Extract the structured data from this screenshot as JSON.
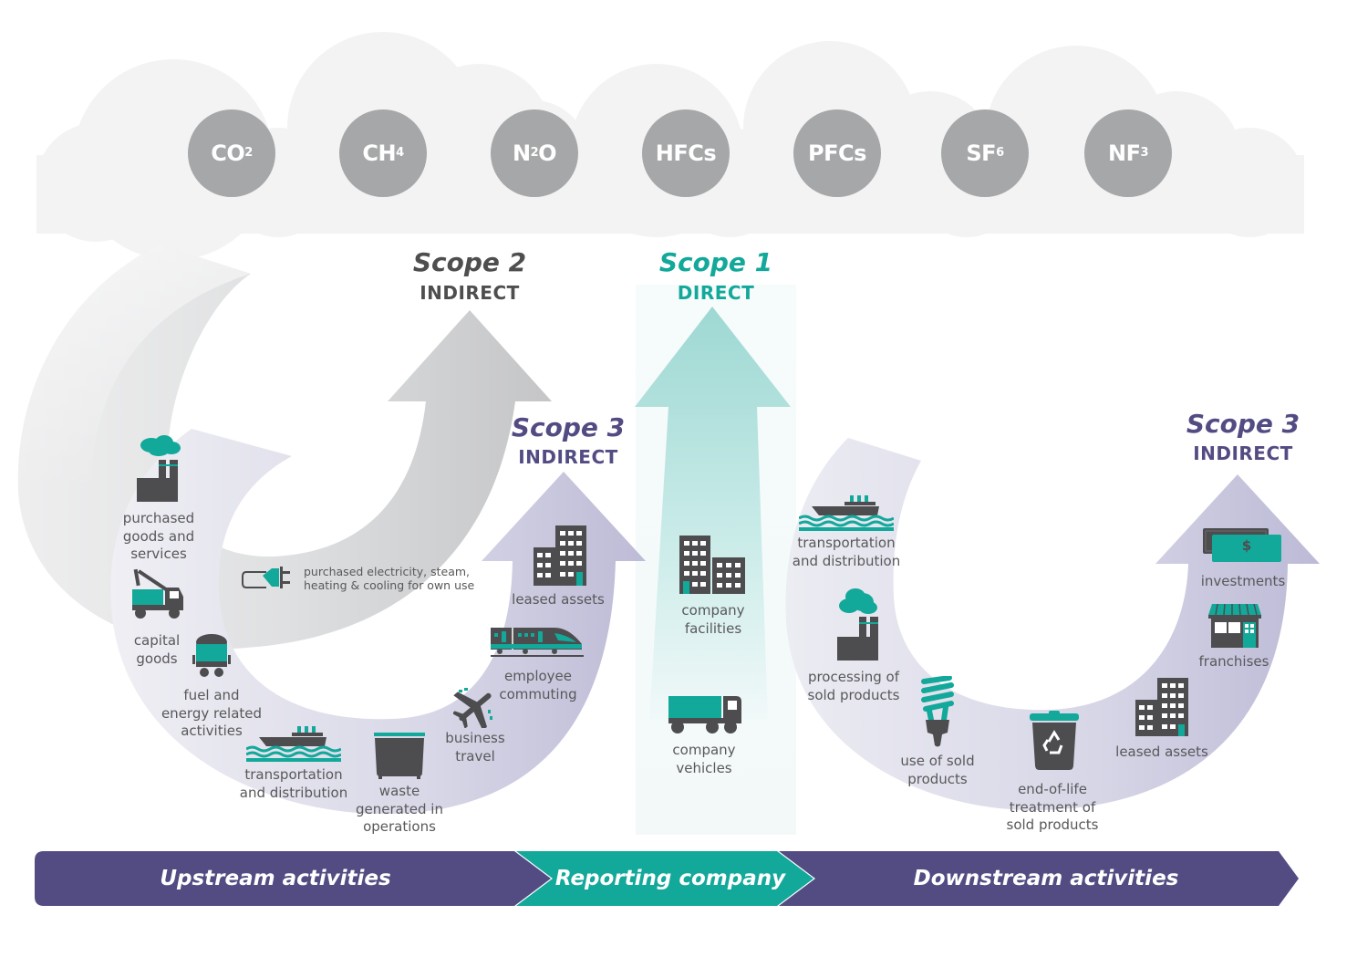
{
  "gases": [
    {
      "base": "CO",
      "sub": "2",
      "after": ""
    },
    {
      "base": "CH",
      "sub": "4",
      "after": ""
    },
    {
      "base": "N",
      "sub": "2",
      "after": "O"
    },
    {
      "base": "HFCs",
      "sub": "",
      "after": ""
    },
    {
      "base": "PFCs",
      "sub": "",
      "after": ""
    },
    {
      "base": "SF",
      "sub": "6",
      "after": ""
    },
    {
      "base": "NF",
      "sub": "3",
      "after": ""
    }
  ],
  "scopes": {
    "scope2": {
      "title": "Scope 2",
      "subtitle": "INDIRECT"
    },
    "scope1": {
      "title": "Scope 1",
      "subtitle": "DIRECT"
    },
    "scope3_upstream": {
      "title": "Scope 3",
      "subtitle": "INDIRECT"
    },
    "scope3_downstream": {
      "title": "Scope 3",
      "subtitle": "INDIRECT"
    }
  },
  "scope2_item": {
    "icon": "plug-icon",
    "label": "purchased electricity, steam,\nheating & cooling for own use"
  },
  "upstream_items": [
    {
      "icon": "factory-icon",
      "label": "purchased\ngoods and\nservices"
    },
    {
      "icon": "crane-truck-icon",
      "label": "capital\ngoods"
    },
    {
      "icon": "coal-cart-icon",
      "label": "fuel and\nenergy related\nactivities"
    },
    {
      "icon": "ship-icon",
      "label": "transportation\nand distribution"
    },
    {
      "icon": "dumpster-icon",
      "label": "waste\ngenerated in\noperations"
    },
    {
      "icon": "airplane-icon",
      "label": "business\ntravel"
    },
    {
      "icon": "train-icon",
      "label": "employee\ncommuting"
    },
    {
      "icon": "building-icon",
      "label": "leased assets"
    }
  ],
  "reporting_items": [
    {
      "icon": "building-icon",
      "label": "company\nfacilities"
    },
    {
      "icon": "truck-icon",
      "label": "company\nvehicles"
    }
  ],
  "downstream_items": [
    {
      "icon": "ship-icon",
      "label": "transportation\nand distribution"
    },
    {
      "icon": "factory-icon",
      "label": "processing of\nsold products"
    },
    {
      "icon": "lightbulb-icon",
      "label": "use of sold\nproducts"
    },
    {
      "icon": "recycle-bin-icon",
      "label": "end-of-life\ntreatment of\nsold products"
    },
    {
      "icon": "building-icon",
      "label": "leased assets"
    },
    {
      "icon": "storefront-icon",
      "label": "franchises"
    },
    {
      "icon": "money-icon",
      "label": "investments",
      "symbol": "$"
    }
  ],
  "bottom_band": {
    "upstream": "Upstream activities",
    "reporting": "Reporting company",
    "downstream": "Downstream activities"
  },
  "colors": {
    "teal": "#12a89a",
    "purple": "#524c83",
    "dark_icon": "#4d4d4f",
    "gas_circle": "#a6a7a9",
    "scope2_text": "#4e4e50"
  }
}
